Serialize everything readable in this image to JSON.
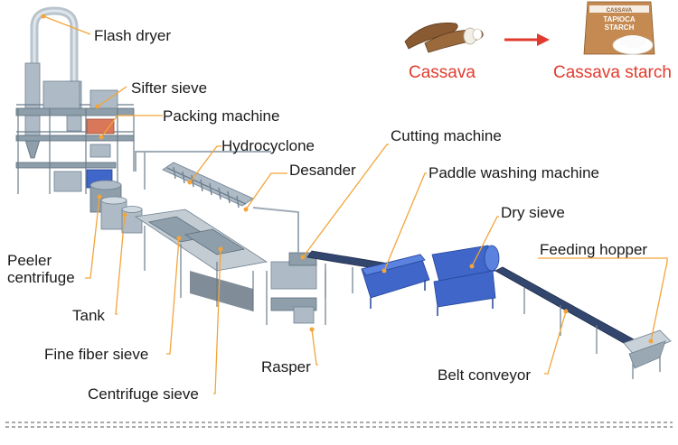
{
  "labels": {
    "flash_dryer": "Flash dryer",
    "sifter_sieve": "Sifter sieve",
    "packing_machine": "Packing machine",
    "hydrocyclone": "Hydrocyclone",
    "desander": "Desander",
    "cutting_machine": "Cutting machine",
    "paddle_washing_machine": "Paddle washing machine",
    "dry_sieve": "Dry sieve",
    "feeding_hopper": "Feeding hopper",
    "peeler_centrifuge_line1": "Peeler",
    "peeler_centrifuge_line2": "centrifuge",
    "tank": "Tank",
    "fine_fiber_sieve": "Fine fiber sieve",
    "centrifuge_sieve": "Centrifuge sieve",
    "rasper": "Rasper",
    "belt_conveyor": "Belt conveyor"
  },
  "products": {
    "input": "Cassava",
    "output": "Cassava starch",
    "package_brand": "CASSAVA",
    "package_line1": "TAPIOCA",
    "package_line2": "STARCH"
  },
  "colors": {
    "label_text": "#1a1a1a",
    "leader_line": "#f3a43a",
    "product_text": "#e23b2e",
    "arrow": "#e23b2e",
    "machine_blue": "#3f66c8",
    "steel": "#aebbc6",
    "divider": "#555555"
  }
}
